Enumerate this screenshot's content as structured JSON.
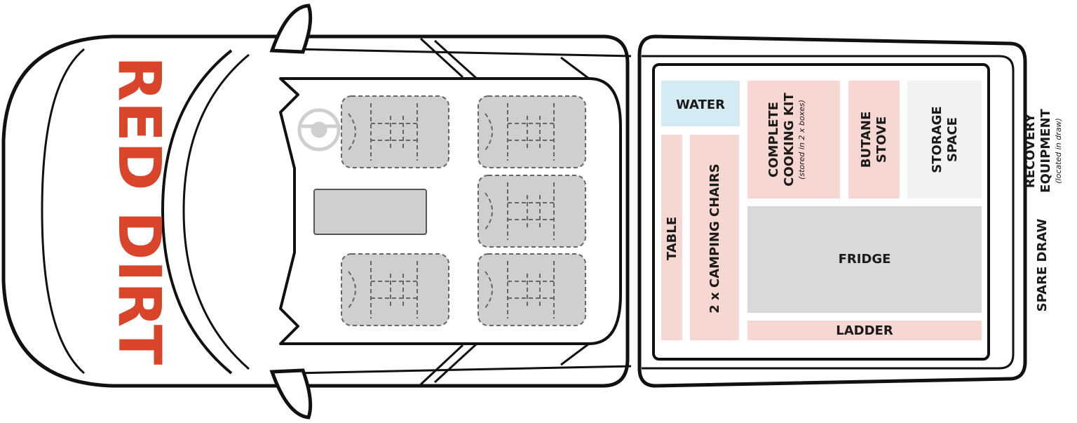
{
  "colors": {
    "brand_red": "#d9452a",
    "water_blue": "#d4ebf4",
    "pink": "#f6d7d1",
    "grey": "#d9d9d9",
    "light_grey": "#f2f2f2",
    "seat_grey": "#cfcfcf",
    "outline": "#111111"
  },
  "brand": {
    "text": "RED DIRT"
  },
  "compartments": {
    "water": "WATER",
    "cooking_line1": "COMPLETE",
    "cooking_line2": "COOKING KIT",
    "cooking_note": "(stored in 2 x boxes)",
    "butane_line1": "BUTANE",
    "butane_line2": "STOVE",
    "storage_line1": "STORAGE",
    "storage_line2": "SPACE",
    "table": "TABLE",
    "chairs": "2 x CAMPING CHAIRS",
    "fridge": "FRIDGE",
    "ladder": "LADDER"
  },
  "side_labels": {
    "recovery_line1": "RECOVERY",
    "recovery_line2": "EQUIPMENT",
    "recovery_note": "(located in draw)",
    "spare_draw": "SPARE DRAW"
  }
}
